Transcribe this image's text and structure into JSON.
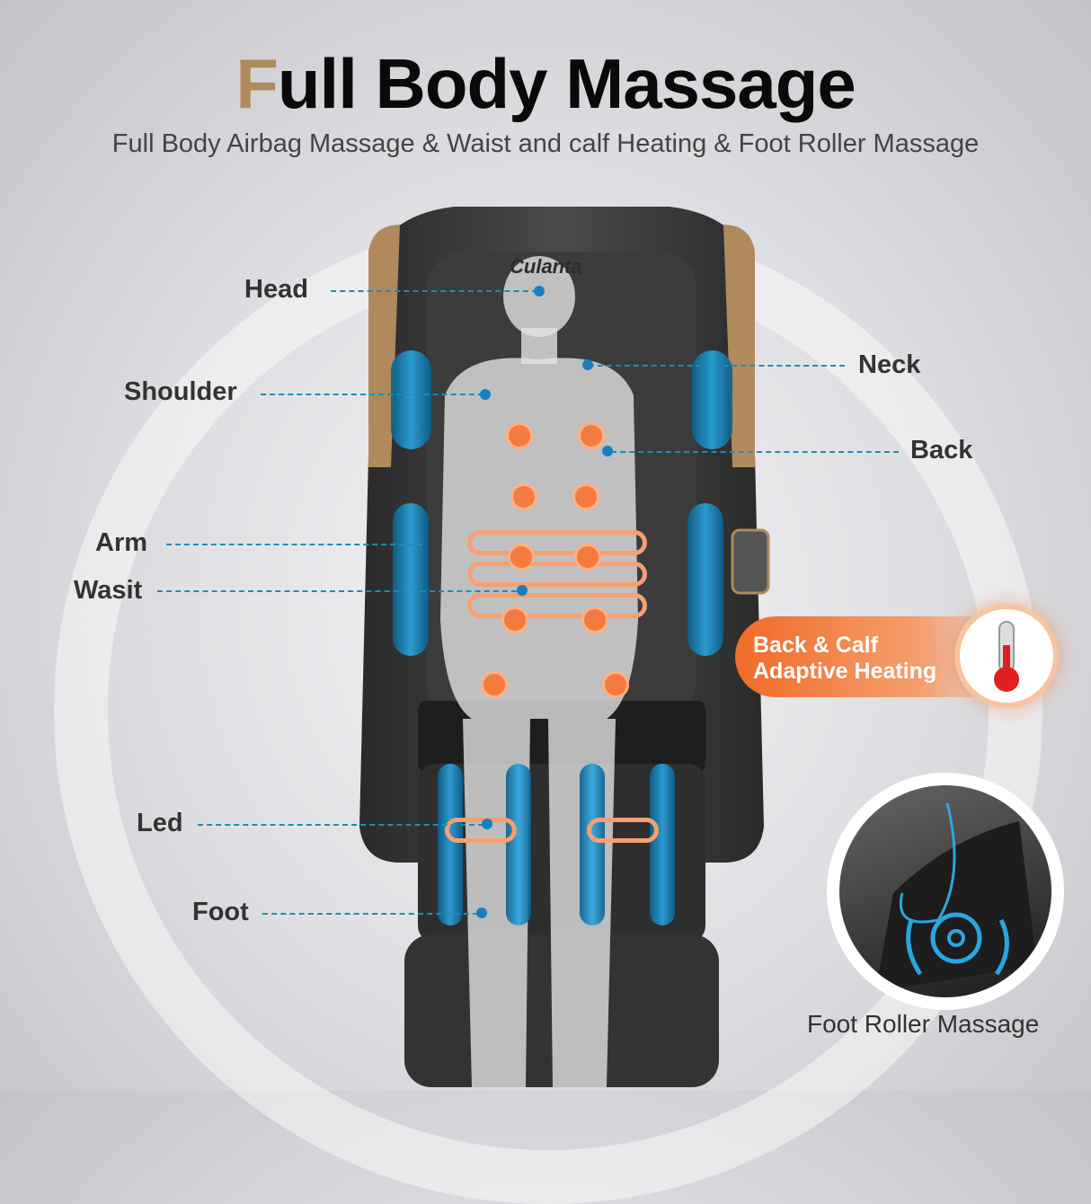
{
  "header": {
    "title_first_letter": "F",
    "title_rest": "ull Body Massage",
    "subtitle": "Full Body Airbag Massage & Waist and calf Heating & Foot Roller Massage"
  },
  "brand": {
    "logo": "Culanta"
  },
  "labels": {
    "head": "Head",
    "neck": "Neck",
    "shoulder": "Shoulder",
    "back": "Back",
    "arm": "Arm",
    "waist": "Wasit",
    "leg": "Led",
    "foot": "Foot"
  },
  "heating": {
    "line1": "Back & Calf",
    "line2": "Adaptive Heating",
    "icon": "thermometer-icon"
  },
  "foot_roller": {
    "caption": "Foot Roller Massage",
    "icon": "roller-gear-icon"
  },
  "colors": {
    "accent_gold": "#b08a5c",
    "airbag_blue": "#2aa6e0",
    "heat_orange": "#f47a40",
    "leader_line": "#1a8fb4"
  }
}
